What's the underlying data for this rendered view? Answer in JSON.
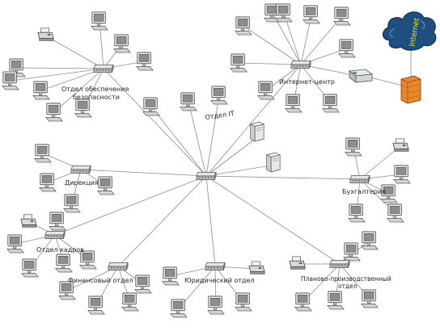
{
  "labels": {
    "security": [
      "Отдел обеспечения",
      "безопасности"
    ],
    "internet_center": "Интернет-центр",
    "it": "Отдел IT",
    "directorate": "Дирекция",
    "accounting": "Бухгалтерия",
    "hr": "Отдел кадров",
    "finance": "Финансовый отдел",
    "legal": "Юридический отдел",
    "planning": [
      "Планово-производственный",
      "отдел"
    ],
    "cloud": "Internet"
  },
  "colors": {
    "link": "#8c8c8c",
    "cloud": "#1f4f7f",
    "firewall": "#e8882a",
    "monitor": "#9a9a9a",
    "switch": "#c8c8c8"
  },
  "icons": {
    "workstation": "workstation-icon",
    "printer": "printer-icon",
    "switch": "network-switch-icon",
    "server": "server-icon",
    "router": "router-icon",
    "firewall": "firewall-icon",
    "cloud": "internet-cloud-icon"
  }
}
